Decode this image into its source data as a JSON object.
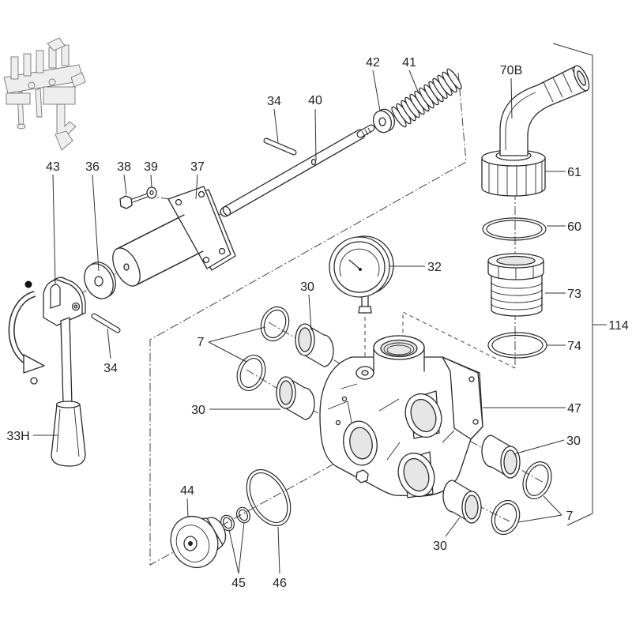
{
  "labels": {
    "p42": "42",
    "p41": "41",
    "p70b": "70B",
    "p34a": "34",
    "p40": "40",
    "p43": "43",
    "p36": "36",
    "p38": "38",
    "p39": "39",
    "p37": "37",
    "p61": "61",
    "p60": "60",
    "p32": "32",
    "p30a": "30",
    "p73": "73",
    "p114": "114",
    "p7a": "7",
    "p74": "74",
    "p34b": "34",
    "p30b": "30",
    "p47": "47",
    "p33h": "33H",
    "p30c": "30",
    "p44": "44",
    "p7b": "7",
    "p30d": "30",
    "p45": "45",
    "p46": "46"
  },
  "colors": {
    "line": "#2b2b2b",
    "fill": "#ffffff",
    "shade": "#e6e6e6"
  }
}
